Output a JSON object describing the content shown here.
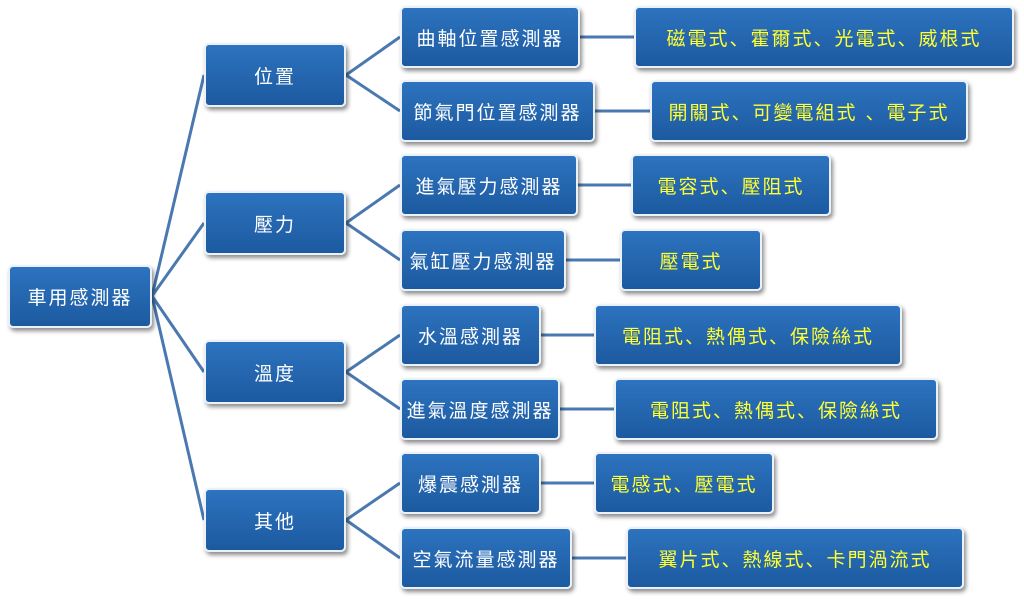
{
  "root": {
    "label": "車用感測器"
  },
  "categories": [
    {
      "label": "位置",
      "sensors": [
        {
          "name": "曲軸位置感測器",
          "types": "磁電式、霍爾式、光電式、威根式"
        },
        {
          "name": "節氣門位置感測器",
          "types": "開關式、可變電組式 、電子式"
        }
      ]
    },
    {
      "label": "壓力",
      "sensors": [
        {
          "name": "進氣壓力感測器",
          "types": "電容式、壓阻式"
        },
        {
          "name": "氣缸壓力感測器",
          "types": "壓電式"
        }
      ]
    },
    {
      "label": "溫度",
      "sensors": [
        {
          "name": "水溫感測器",
          "types": "電阻式、熱偶式、保險絲式"
        },
        {
          "name": "進氣溫度感測器",
          "types": "電阻式、熱偶式、保險絲式"
        }
      ]
    },
    {
      "label": "其他",
      "sensors": [
        {
          "name": "爆震感測器",
          "types": "電感式、壓電式"
        },
        {
          "name": "空氣流量感測器",
          "types": "翼片式、熱線式、卡門渦流式"
        }
      ]
    }
  ],
  "colors": {
    "node_fill": "#2366b0",
    "node_text": "#ffffff",
    "type_text": "#ffff33",
    "connector": "#4a78b0"
  }
}
